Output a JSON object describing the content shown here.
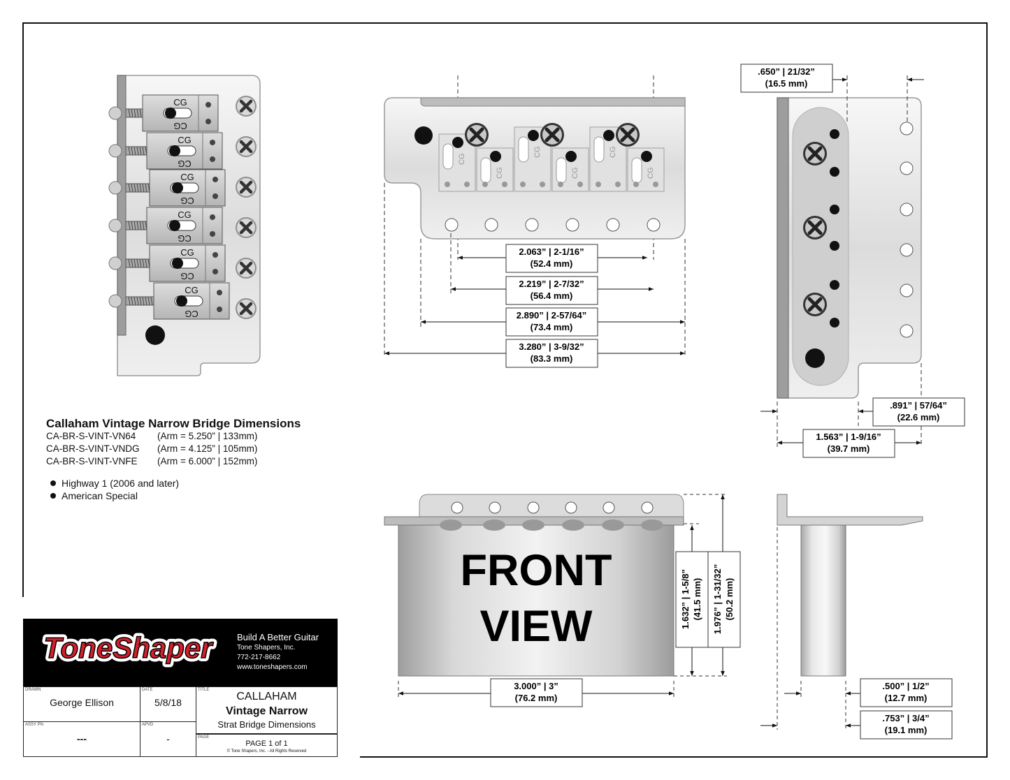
{
  "dimensions": {
    "d1": {
      "line1": "2.063”  |  2-1/16”",
      "line2": "(52.4 mm)"
    },
    "d2": {
      "line1": "2.219”  |  2-7/32”",
      "line2": "(56.4 mm)"
    },
    "d3": {
      "line1": "2.890”  |  2-57/64”",
      "line2": "(73.4 mm)"
    },
    "d4": {
      "line1": "3.280”  |  3-9/32”",
      "line2": "(83.3 mm)"
    },
    "d5": {
      "line1": ".650”  |  21/32”",
      "line2": "(16.5 mm)"
    },
    "d6": {
      "line1": ".891”  |  57/64”",
      "line2": "(22.6 mm)"
    },
    "d7": {
      "line1": "1.563”  |  1-9/16”",
      "line2": "(39.7 mm)"
    },
    "d8": {
      "line1": "3.000”  |  3”",
      "line2": "(76.2 mm)"
    },
    "d9": {
      "line1": "1.632”  |  1-5/8”",
      "line2": "(41.5 mm)"
    },
    "d10": {
      "line1": "1.976”  |  1-31/32”",
      "line2": "(50.2 mm)"
    },
    "d11": {
      "line1": ".500”  |  1/2”",
      "line2": "(12.7 mm)"
    },
    "d12": {
      "line1": ".753”  |  3/4”",
      "line2": "(19.1 mm)"
    }
  },
  "saddle_marking": "CG",
  "front_view_label": {
    "line1": "FRONT",
    "line2": "VIEW"
  },
  "info": {
    "heading": "Callaham Vintage Narrow Bridge Dimensions",
    "parts": [
      {
        "pn": "CA-BR-S-VINT-VN64",
        "arm": "(Arm = 5.250” | 133mm)"
      },
      {
        "pn": "CA-BR-S-VINT-VNDG",
        "arm": "(Arm = 4.125” | 105mm)"
      },
      {
        "pn": "CA-BR-S-VINT-VNFE",
        "arm": "(Arm = 6.000” | 152mm)"
      }
    ],
    "bullets": [
      "Highway 1 (2006 and later)",
      "American Special"
    ]
  },
  "title_block": {
    "logo_text": "ToneShaper",
    "tagline": "Build A Better Guitar",
    "company": "Tone Shapers, Inc.",
    "phone": "772-217-8662",
    "website": "www.toneshapers.com",
    "drawn_caption": "DRAWN",
    "drawn_value": "George Ellison",
    "date_caption": "DATE",
    "date_value": "5/8/18",
    "title_caption": "TITLE",
    "title_line1": "CALLAHAM",
    "title_line2": "Vintage Narrow",
    "title_line3": "Strat Bridge Dimensions",
    "assy_caption": "ASSY PN",
    "assy_value": "---",
    "apvd_caption": "APVD",
    "apvd_value": "-",
    "page_caption": "PAGE",
    "page_value": "PAGE 1 of 1",
    "copyright": "© Tone Shapers, Inc. - All Rights Reserved"
  },
  "colors": {
    "metal_light": "#eeeeee",
    "metal_mid": "#c4c4c4",
    "metal_dark": "#8a8a8a",
    "logo_red": "#d4202b"
  }
}
